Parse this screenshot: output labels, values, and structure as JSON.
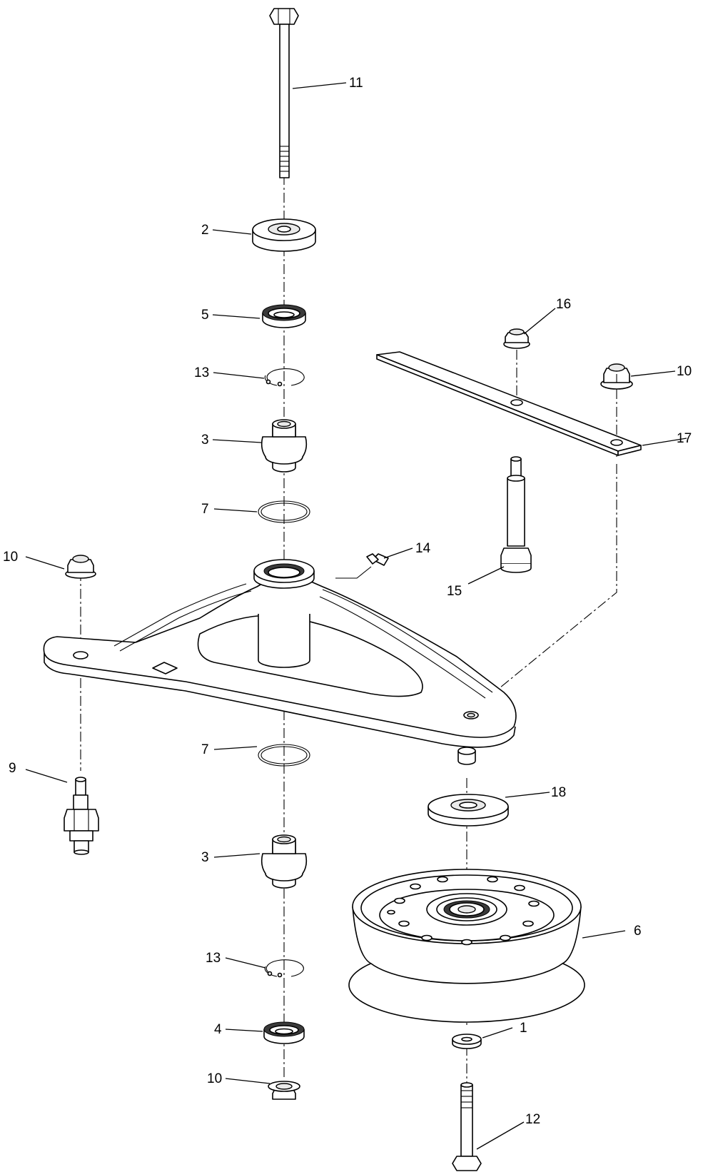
{
  "diagram": {
    "callouts": [
      {
        "id": "c11",
        "label": "11"
      },
      {
        "id": "c2",
        "label": "2"
      },
      {
        "id": "c5",
        "label": "5"
      },
      {
        "id": "c13a",
        "label": "13"
      },
      {
        "id": "c3a",
        "label": "3"
      },
      {
        "id": "c7a",
        "label": "7"
      },
      {
        "id": "c16",
        "label": "16"
      },
      {
        "id": "c10a",
        "label": "10"
      },
      {
        "id": "c17",
        "label": "17"
      },
      {
        "id": "c14",
        "label": "14"
      },
      {
        "id": "c15",
        "label": "15"
      },
      {
        "id": "c10b",
        "label": "10"
      },
      {
        "id": "c9",
        "label": "9"
      },
      {
        "id": "c7b",
        "label": "7"
      },
      {
        "id": "c18",
        "label": "18"
      },
      {
        "id": "c3b",
        "label": "3"
      },
      {
        "id": "c6",
        "label": "6"
      },
      {
        "id": "c13b",
        "label": "13"
      },
      {
        "id": "c1",
        "label": "1"
      },
      {
        "id": "c4",
        "label": "4"
      },
      {
        "id": "c10c",
        "label": "10"
      },
      {
        "id": "c12",
        "label": "12"
      }
    ]
  }
}
